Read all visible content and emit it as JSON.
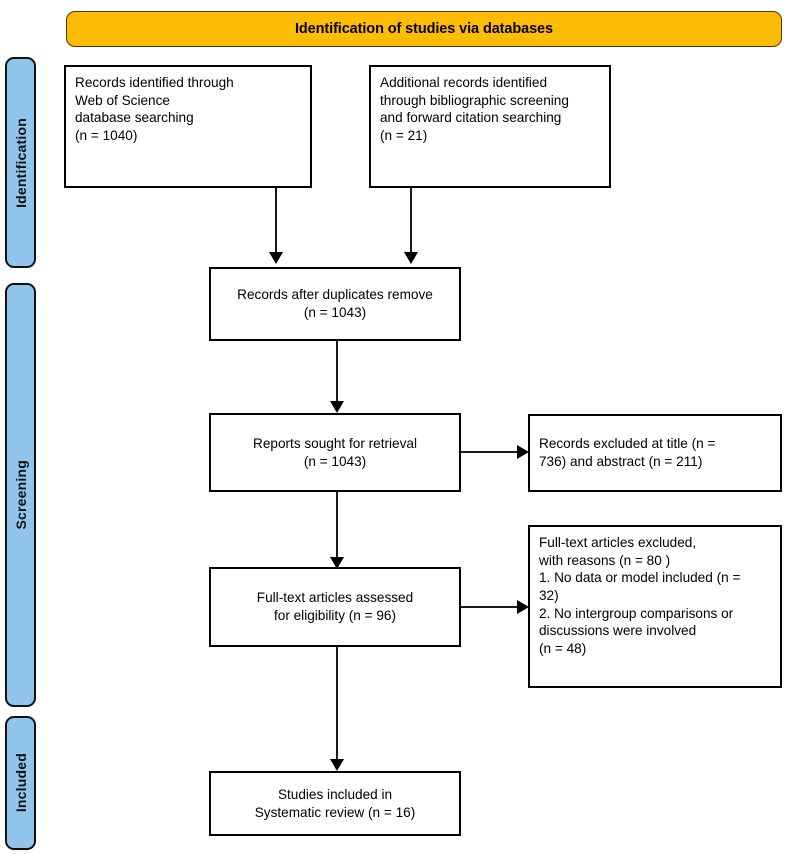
{
  "diagram": {
    "title": "Identification of studies via databases",
    "colors": {
      "banner": "#FFBC05",
      "rail": "#92C5EC",
      "stroke": "#000000",
      "background": "#FFFFFF"
    }
  },
  "banner": {
    "label": "Identification of studies via databases"
  },
  "stages": [
    {
      "id": "identification",
      "label": "Identification"
    },
    {
      "id": "screening",
      "label": "Screening"
    },
    {
      "id": "included",
      "label": "Included"
    }
  ],
  "nodes": {
    "records_identified": {
      "text": "Records identified through\nWeb of Science\ndatabase searching\n(n = 1040)",
      "n": 1040
    },
    "additional_records": {
      "text": "Additional records identified\nthrough bibliographic screening\nand forward citation searching\n(n = 21)",
      "n": 21
    },
    "after_duplicates": {
      "text": "Records after duplicates remove\n(n = 1043)",
      "n": 1043
    },
    "reports_sought": {
      "text": "Reports sought for retrieval\n(n = 1043)",
      "n": 1043
    },
    "records_excluded": {
      "text": "Records excluded at title (n =\n736) and abstract (n = 211)",
      "n_title": 736,
      "n_abstract": 211
    },
    "fulltext_assessed": {
      "text": "Full-text articles assessed\nfor eligibility (n = 96)",
      "n": 96
    },
    "fulltext_excluded": {
      "text": "Full-text articles excluded,\nwith reasons (n = 80 )\n1.  No data or model included (n =\n32)\n2.  No intergroup comparisons or\ndiscussions were involved\n(n = 48)",
      "n_total": 80,
      "n_reason_1": 32,
      "n_reason_2": 48
    },
    "studies_included": {
      "text": "Studies included in\nSystematic review (n = 16)",
      "n": 16
    }
  },
  "chart_data": {
    "type": "diagram",
    "title": "Identification of studies via databases",
    "flow": [
      {
        "stage": "Identification",
        "label": "Records identified through Web of Science database searching",
        "n": 1040
      },
      {
        "stage": "Identification",
        "label": "Additional records identified through bibliographic screening and forward citation searching",
        "n": 21
      },
      {
        "stage": "Screening",
        "label": "Records after duplicates remove",
        "n": 1043
      },
      {
        "stage": "Screening",
        "label": "Reports sought for retrieval",
        "n": 1043
      },
      {
        "stage": "Screening",
        "label": "Records excluded at title",
        "n": 736
      },
      {
        "stage": "Screening",
        "label": "Records excluded at abstract",
        "n": 211
      },
      {
        "stage": "Screening",
        "label": "Full-text articles assessed for eligibility",
        "n": 96
      },
      {
        "stage": "Screening",
        "label": "Full-text articles excluded, with reasons",
        "n": 80
      },
      {
        "stage": "Screening",
        "label": "No data or model included",
        "n": 32
      },
      {
        "stage": "Screening",
        "label": "No intergroup comparisons or discussions were involved",
        "n": 48
      },
      {
        "stage": "Included",
        "label": "Studies included in Systematic review",
        "n": 16
      }
    ]
  }
}
